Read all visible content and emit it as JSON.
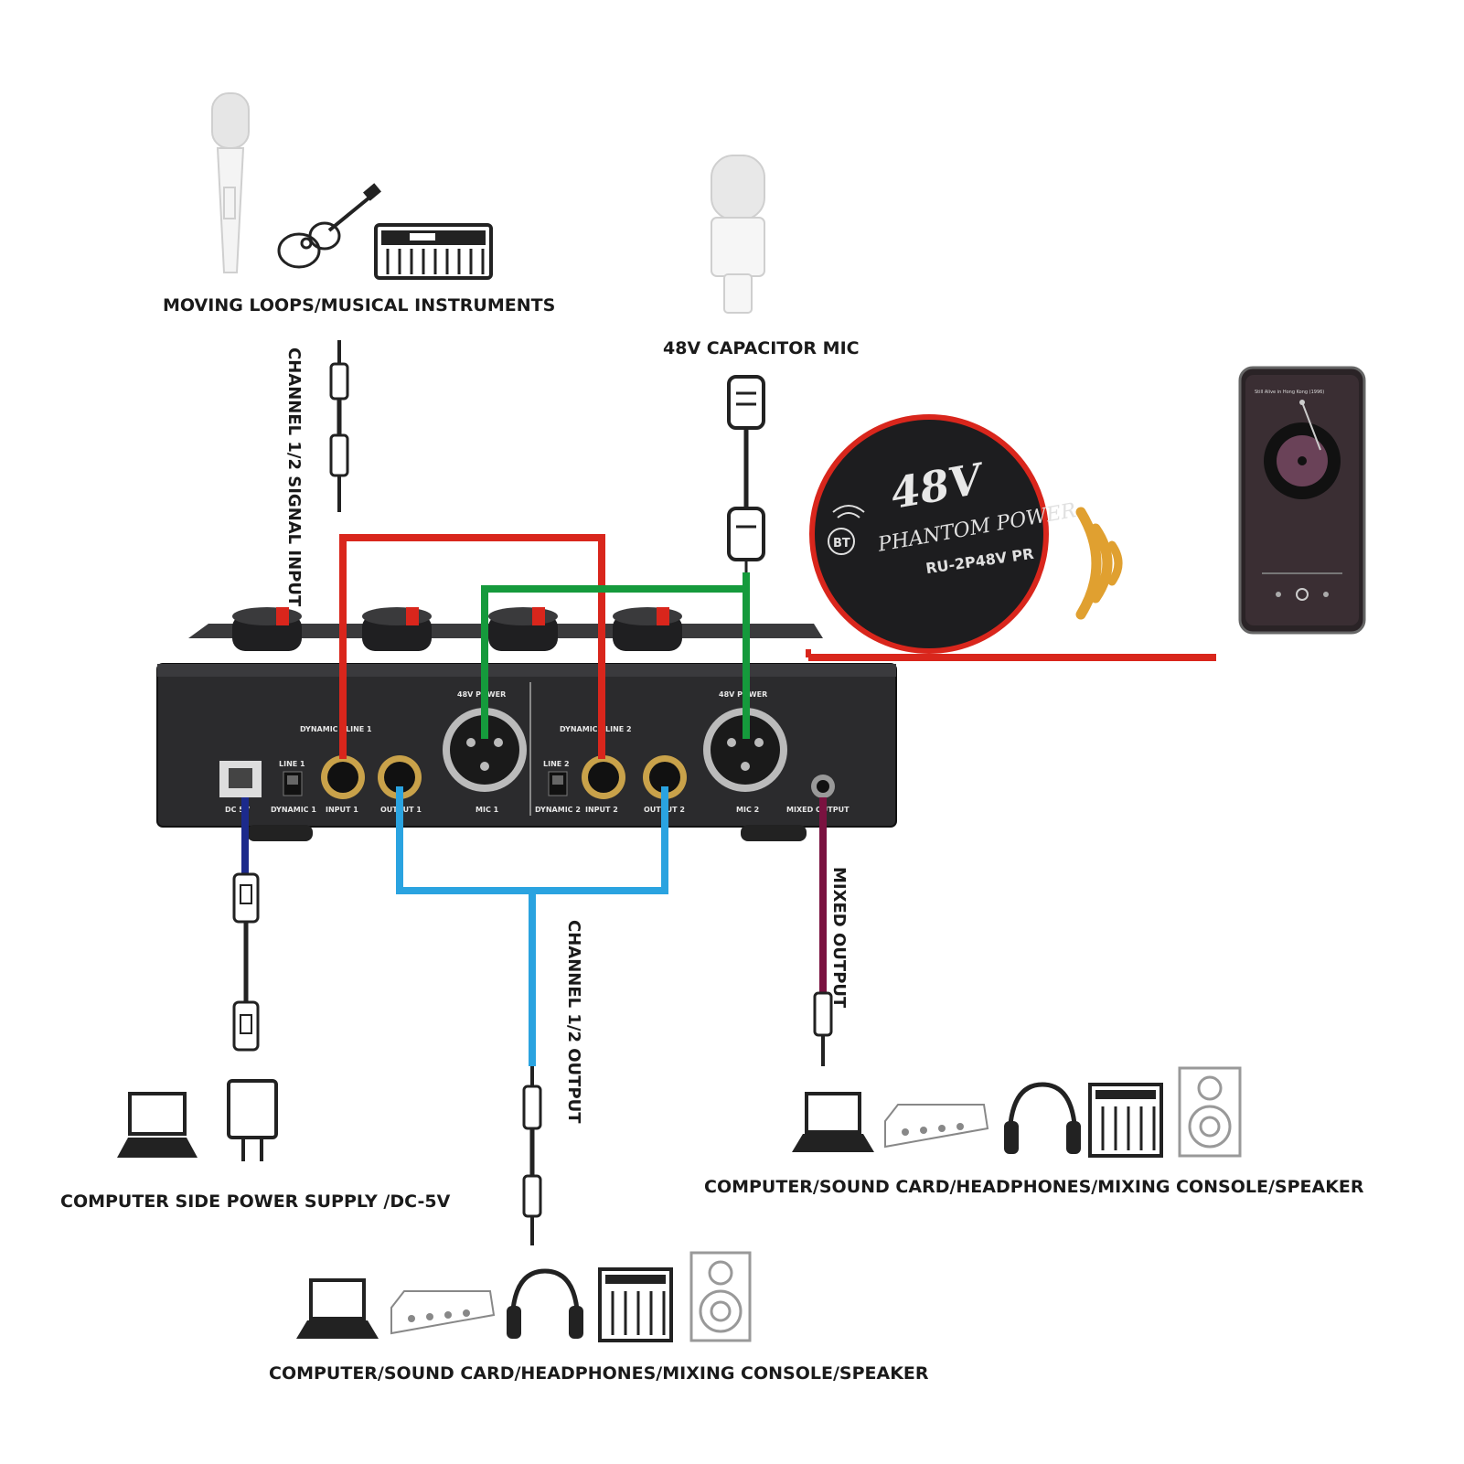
{
  "labels": {
    "inputs_caption": "MOVING LOOPS/MUSICAL INSTRUMENTS",
    "capacitor_caption": "48V CAPACITOR MIC",
    "signal_input_vertical": "CHANNEL 1/2 SIGNAL INPUT",
    "output_vertical": "CHANNEL 1/2 OUTPUT",
    "mixed_vertical": "MIXED OUTPUT",
    "power_caption": "COMPUTER SIDE POWER SUPPLY /DC-5V",
    "mixed_devices_caption": "COMPUTER/SOUND CARD/HEADPHONES/MIXING CONSOLE/SPEAKER",
    "channel_devices_caption": "COMPUTER/SOUND CARD/HEADPHONES/MIXING CONSOLE/SPEAKER"
  },
  "panel": {
    "dynamic_line_1": "DYNAMIC / LINE 1",
    "dynamic_line_2": "DYNAMIC / LINE 2",
    "power_48v_1": "48V POWER",
    "power_48v_2": "48V POWER",
    "line_1": "LINE 1",
    "line_2": "LINE 2",
    "dynamic_1": "DYNAMIC 1",
    "dynamic_2": "DYNAMIC 2",
    "dc_5v": "DC 5V",
    "input_1": "INPUT 1",
    "input_2": "INPUT 2",
    "output_1": "OUTPUT 1",
    "output_2": "OUTPUT 2",
    "mic_1": "MIC 1",
    "mic_2": "MIC 2",
    "mixed_output": "MIXED OUTPUT"
  },
  "zoom_badge": {
    "title": "48V",
    "subtitle": "PHANTOM POWER",
    "model": "RU-2P48V PR",
    "bt": "BT"
  },
  "phone": {
    "song_line": "Still Alive in Hong Kong (1996)"
  },
  "colors": {
    "input_cable": "#d9261c",
    "mic_cable": "#159a3c",
    "output_cable": "#2aa3e0",
    "usb_cable": "#1c2a8c",
    "mixed_cable": "#7a1240",
    "bluetooth_waves": "#e0a030",
    "device_body": "#2b2b2d"
  },
  "icons": [
    "handheld-mic-icon",
    "guitar-icon",
    "keyboard-icon",
    "condenser-mic-icon",
    "smartphone-icon",
    "bluetooth-waves-icon",
    "laptop-icon",
    "power-adapter-icon",
    "sound-card-icon",
    "headphones-icon",
    "mixing-console-icon",
    "speaker-icon",
    "jack-plug-icon",
    "xlr-plug-icon",
    "usb-plug-icon"
  ]
}
